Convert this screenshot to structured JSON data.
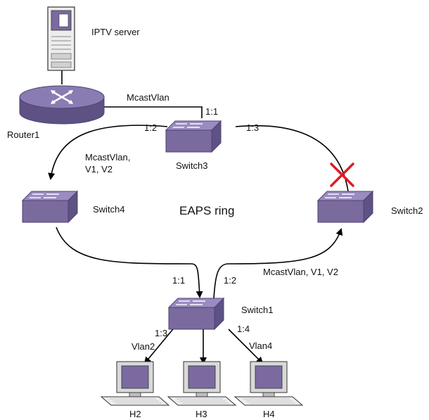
{
  "colors": {
    "device_fill": "#7a6a9e",
    "device_dark": "#4e4372",
    "device_top": "#9a8cc0",
    "line": "#000000",
    "block_mark": "#e01b24",
    "screen": "#7b6aa0"
  },
  "diagram": {
    "ring_label": "EAPS ring",
    "nodes": {
      "server": "IPTV server",
      "router": "Router1",
      "switch3": "Switch3",
      "switch4": "Switch4",
      "switch2": "Switch2",
      "switch1": "Switch1",
      "h2": "H2",
      "h3": "H3",
      "h4": "H4"
    },
    "labels": {
      "router_link": "McastVlan",
      "sw3_port_up": "1:1",
      "sw3_port_left": "1:2",
      "sw3_port_right": "1:3",
      "left_arc_line1": "McastVlan,",
      "left_arc_line2": "V1, V2",
      "sw1_port_left": "1:1",
      "sw1_port_right": "1:2",
      "right_arc": "McastVlan, V1, V2",
      "sw1_port_h2": "1:3",
      "sw1_port_h4": "1:4",
      "vlan_h2": "Vlan2",
      "vlan_h4": "Vlan4"
    },
    "icons": {
      "server": "server-icon",
      "router": "router-icon",
      "switch": "switch-icon",
      "host": "computer-icon",
      "blocked": "blocked-port-x-icon"
    }
  }
}
